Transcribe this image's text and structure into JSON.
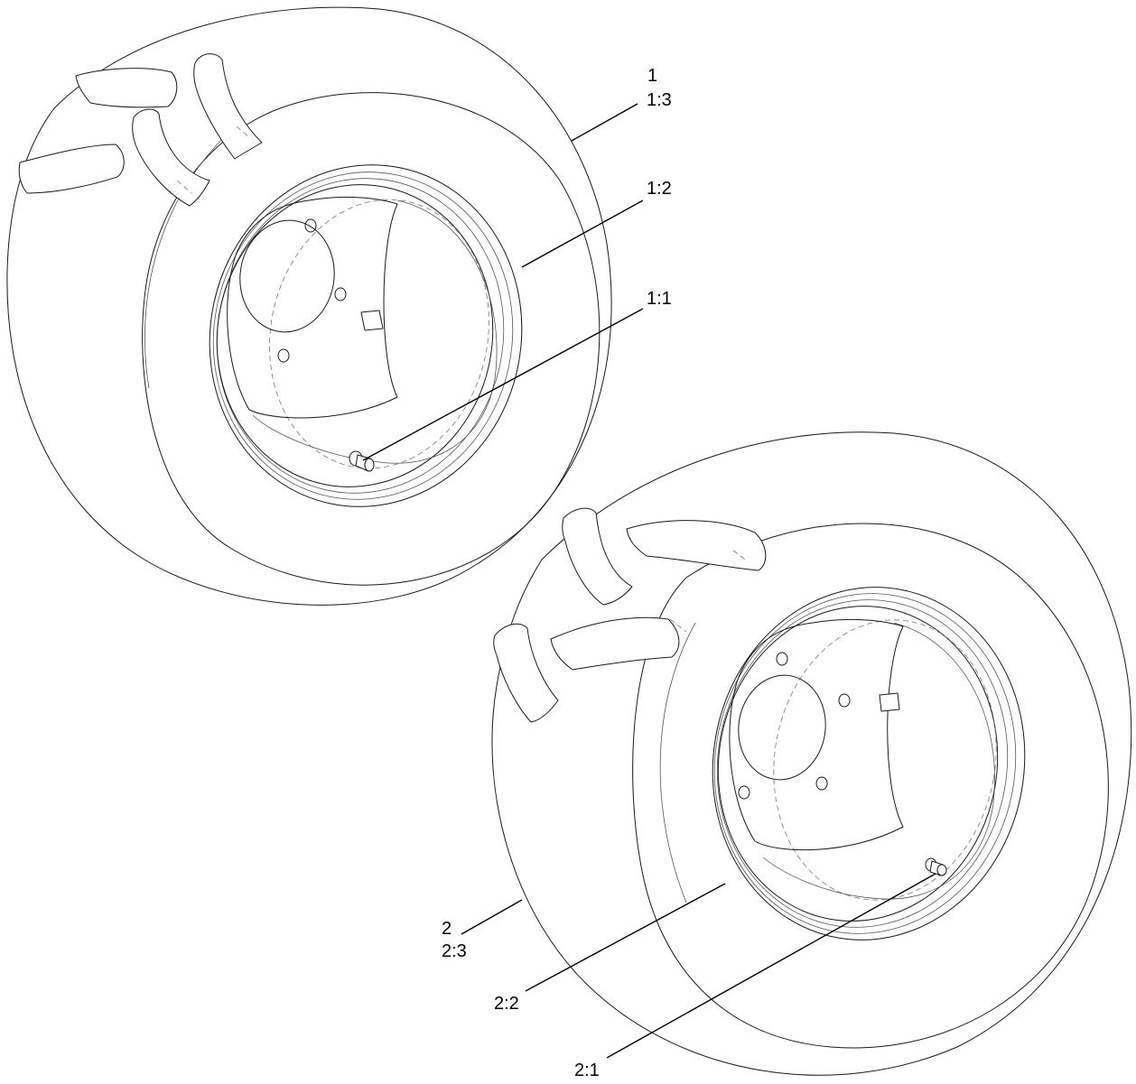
{
  "callouts": {
    "wheel1": "1",
    "tire1": "1:3",
    "rim1": "1:2",
    "valve1": "1:1",
    "wheel2": "2",
    "tire2": "2:3",
    "rim2": "2:2",
    "valve2": "2:1"
  }
}
